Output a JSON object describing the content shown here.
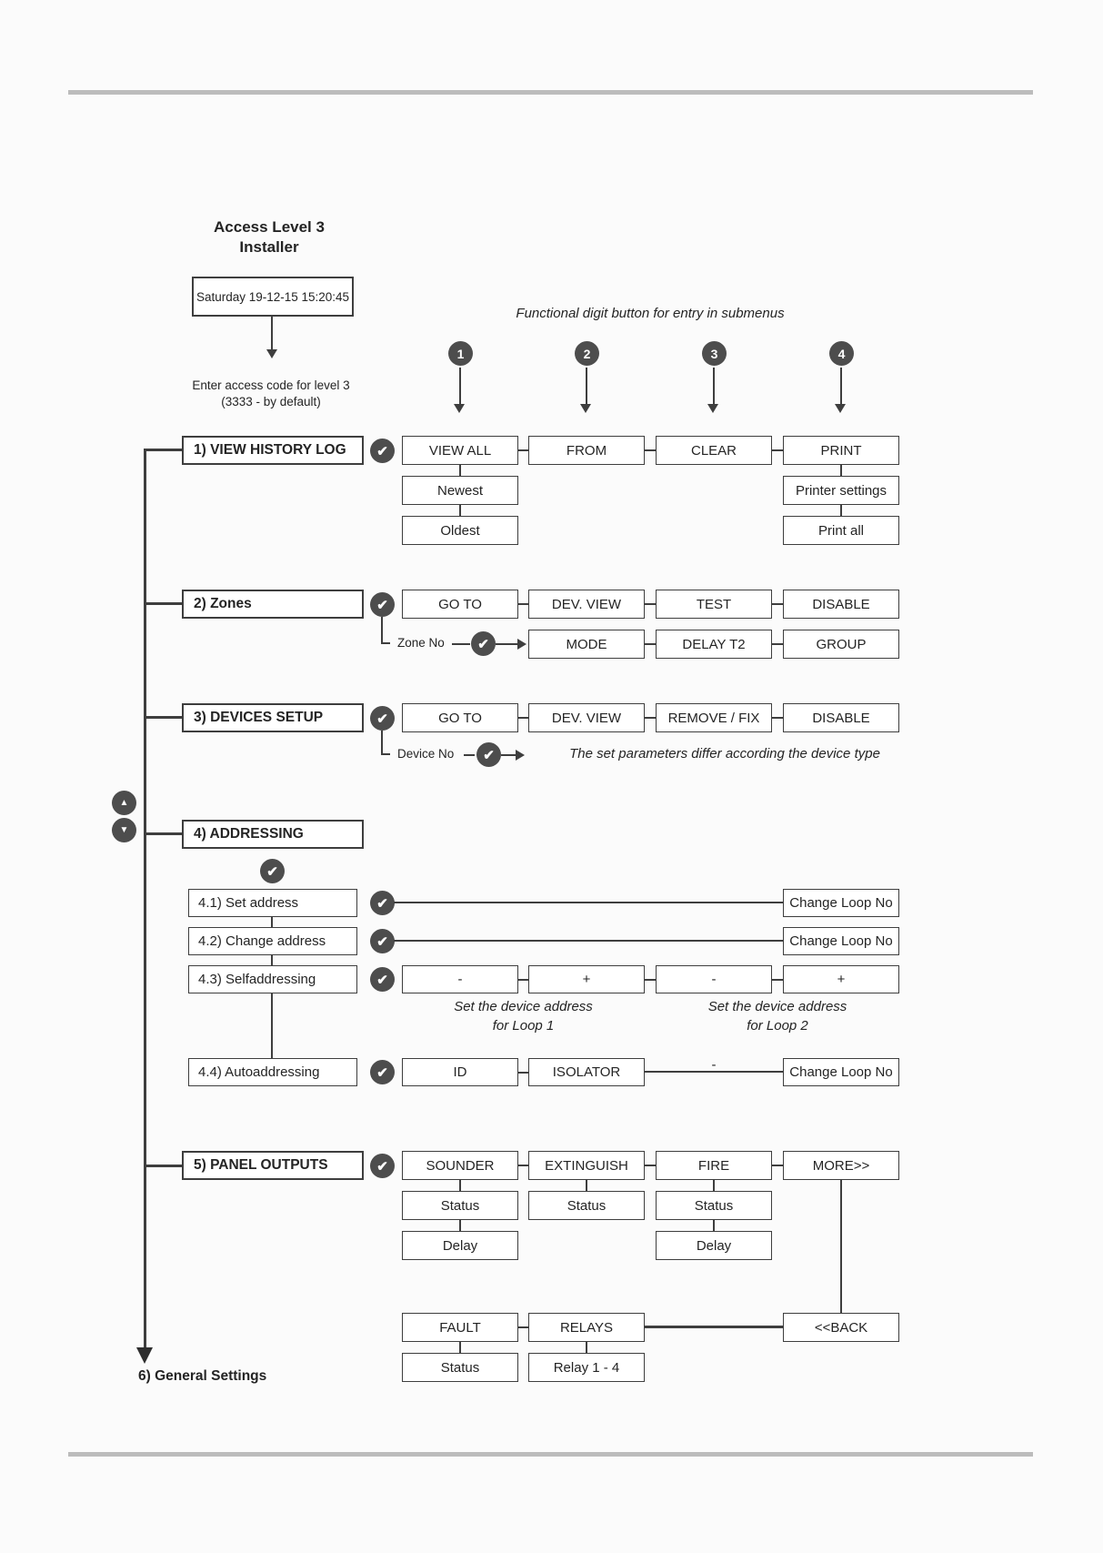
{
  "header": {
    "title_line1": "Access Level 3",
    "title_line2": "Installer",
    "datetime": "Saturday 19-12-15 15:20:45",
    "access_hint_line1": "Enter access code for level 3",
    "access_hint_line2": "(3333 - by default)",
    "digit_caption": "Functional digit button for entry in submenus",
    "digit_buttons": [
      "1",
      "2",
      "3",
      "4"
    ]
  },
  "icons": {
    "check": "✔",
    "up": "▲",
    "down": "▼"
  },
  "history": {
    "label": "1) VIEW HISTORY LOG",
    "cols": [
      "VIEW ALL",
      "FROM",
      "CLEAR",
      "PRINT"
    ],
    "view_all_children": [
      "Newest",
      "Oldest"
    ],
    "print_children": [
      "Printer settings",
      "Print all"
    ]
  },
  "zones": {
    "label": "2) Zones",
    "cols": [
      "GO TO",
      "DEV. VIEW",
      "TEST",
      "DISABLE"
    ],
    "prompt": "Zone No",
    "sub_cols": [
      "MODE",
      "DELAY T2",
      "GROUP"
    ]
  },
  "devices": {
    "label": "3) DEVICES SETUP",
    "cols": [
      "GO TO",
      "DEV. VIEW",
      "REMOVE / FIX",
      "DISABLE"
    ],
    "prompt": "Device No",
    "note": "The set parameters differ according the device type"
  },
  "addressing": {
    "label": "4) ADDRESSING",
    "set_address": {
      "label": "4.1) Set address",
      "target": "Change Loop No"
    },
    "change_address": {
      "label": "4.2) Change address",
      "target": "Change Loop No"
    },
    "selfaddressing": {
      "label": "4.3) Selfaddressing",
      "cols": [
        "-",
        "+",
        "-",
        "+"
      ],
      "caption_loop1_line1": "Set the device address",
      "caption_loop1_line2": "for Loop 1",
      "caption_loop2_line1": "Set the device address",
      "caption_loop2_line2": "for Loop 2"
    },
    "autoaddressing": {
      "label": "4.4) Autoaddressing",
      "cols": [
        "ID",
        "ISOLATOR"
      ],
      "dash": "-",
      "target": "Change Loop No"
    }
  },
  "outputs": {
    "label": "5) PANEL OUTPUTS",
    "cols": [
      "SOUNDER",
      "EXTINGUISH",
      "FIRE",
      "MORE>>"
    ],
    "sounder_children": [
      "Status",
      "Delay"
    ],
    "extinguish_children": [
      "Status"
    ],
    "fire_children": [
      "Status",
      "Delay"
    ],
    "more_page": {
      "cols": [
        "FAULT",
        "RELAYS",
        "<<BACK"
      ],
      "fault_child": "Status",
      "relays_child": "Relay 1 - 4"
    }
  },
  "footer": {
    "next_item": "6) General Settings"
  },
  "colors": {
    "circle": "#4d4d4d",
    "line": "#3e3e3e",
    "divider": "#bcbcbc",
    "page": "#fbfbfb"
  }
}
